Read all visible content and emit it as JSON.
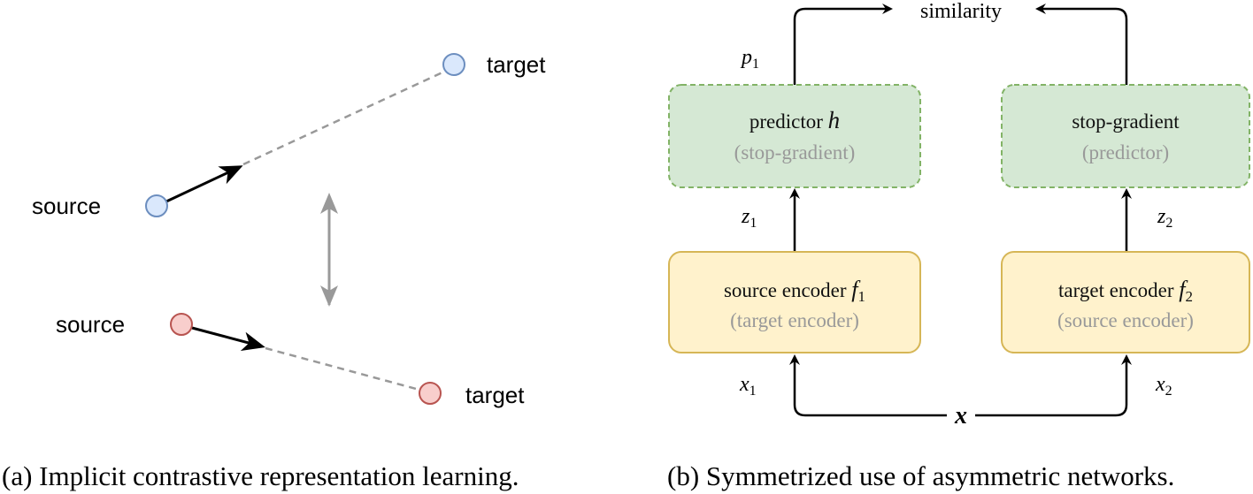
{
  "panel_a": {
    "caption": "(a) Implicit contrastive representation learning.",
    "top_pair": {
      "source_label": "source",
      "target_label": "target",
      "fill": "#dae8fc",
      "stroke": "#6c8ebf"
    },
    "bottom_pair": {
      "source_label": "source",
      "target_label": "target",
      "fill": "#f8cecc",
      "stroke": "#b85450"
    }
  },
  "panel_b": {
    "caption": "(b) Symmetrized use of asymmetric networks.",
    "top_label": "similarity",
    "input_label": "x",
    "left": {
      "predictor_title": "predictor",
      "predictor_symbol": "h",
      "predictor_sub": "(stop-gradient)",
      "encoder_title": "source encoder",
      "encoder_symbol": "f",
      "encoder_index": "1",
      "encoder_sub": "(target encoder)",
      "p_label": "p",
      "p_index": "1",
      "z_label": "z",
      "z_index": "1",
      "x_label": "x",
      "x_index": "1"
    },
    "right": {
      "predictor_title": "stop-gradient",
      "predictor_sub": "(predictor)",
      "encoder_title": "target encoder",
      "encoder_symbol": "f",
      "encoder_index": "2",
      "encoder_sub": "(source encoder)",
      "z_label": "z",
      "z_index": "2",
      "x_label": "x",
      "x_index": "2"
    },
    "colors": {
      "predictor_fill": "#d5e8d4",
      "predictor_stroke": "#82b366",
      "encoder_fill": "#fff2cc",
      "encoder_stroke": "#d6b656"
    }
  }
}
